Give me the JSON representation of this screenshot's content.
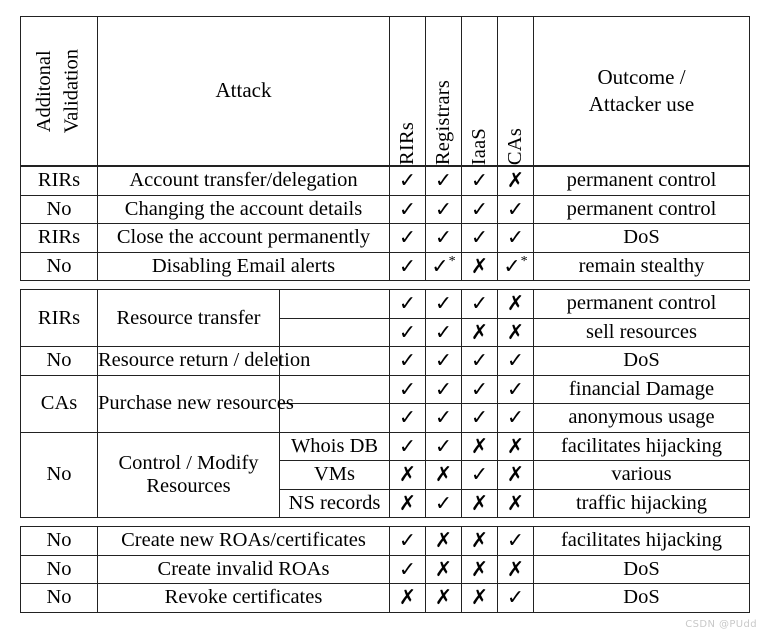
{
  "table": {
    "header": {
      "validation_label": "Additonal\nValidation",
      "validation_line1": "Additonal",
      "validation_line2": "Validation",
      "attack_label": "Attack",
      "provider_columns": [
        "RIRs",
        "Registrars",
        "IaaS",
        "CAs"
      ],
      "outcome_line1": "Outcome /",
      "outcome_line2": "Attacker use"
    },
    "marks": {
      "yes": "✓",
      "no": "✗",
      "star": "*"
    },
    "blocks": [
      {
        "name": "account-attacks",
        "rows": [
          {
            "validation": "RIRs",
            "attack": "Account transfer/delegation",
            "sub_rows": [
              {
                "marks": [
                  "yes",
                  "yes",
                  "yes",
                  "no"
                ],
                "stars": [
                  false,
                  false,
                  false,
                  false
                ],
                "outcome": "permanent control"
              }
            ]
          },
          {
            "validation": "No",
            "attack": "Changing the account details",
            "sub_rows": [
              {
                "marks": [
                  "yes",
                  "yes",
                  "yes",
                  "yes"
                ],
                "stars": [
                  false,
                  false,
                  false,
                  false
                ],
                "outcome": "permanent control"
              }
            ]
          },
          {
            "validation": "RIRs",
            "attack": "Close the account permanently",
            "sub_rows": [
              {
                "marks": [
                  "yes",
                  "yes",
                  "yes",
                  "yes"
                ],
                "stars": [
                  false,
                  false,
                  false,
                  false
                ],
                "outcome": "DoS"
              }
            ]
          },
          {
            "validation": "No",
            "attack": "Disabling Email alerts",
            "sub_rows": [
              {
                "marks": [
                  "yes",
                  "yes",
                  "no",
                  "yes"
                ],
                "stars": [
                  false,
                  true,
                  false,
                  true
                ],
                "outcome": "remain stealthy"
              }
            ]
          }
        ]
      },
      {
        "name": "resource-attacks",
        "rows": [
          {
            "validation": "RIRs",
            "attack": "Resource transfer",
            "sub_rows": [
              {
                "marks": [
                  "yes",
                  "yes",
                  "yes",
                  "no"
                ],
                "stars": [
                  false,
                  false,
                  false,
                  false
                ],
                "outcome": "permanent control"
              },
              {
                "marks": [
                  "yes",
                  "yes",
                  "no",
                  "no"
                ],
                "stars": [
                  false,
                  false,
                  false,
                  false
                ],
                "outcome": "sell resources"
              }
            ]
          },
          {
            "validation": "No",
            "attack": "Resource return / deletion",
            "sub_rows": [
              {
                "marks": [
                  "yes",
                  "yes",
                  "yes",
                  "yes"
                ],
                "stars": [
                  false,
                  false,
                  false,
                  false
                ],
                "outcome": "DoS"
              }
            ]
          },
          {
            "validation": "CAs",
            "attack": "Purchase new resources",
            "sub_rows": [
              {
                "marks": [
                  "yes",
                  "yes",
                  "yes",
                  "yes"
                ],
                "stars": [
                  false,
                  false,
                  false,
                  false
                ],
                "outcome": "financial Damage"
              },
              {
                "marks": [
                  "yes",
                  "yes",
                  "yes",
                  "yes"
                ],
                "stars": [
                  false,
                  false,
                  false,
                  false
                ],
                "outcome": "anonymous usage"
              }
            ]
          },
          {
            "validation": "No",
            "attack": "Control / Modify Resources",
            "attack_line1": "Control / Modify",
            "attack_line2": "Resources",
            "sub_rows": [
              {
                "sub_label": "Whois DB",
                "marks": [
                  "yes",
                  "yes",
                  "no",
                  "no"
                ],
                "stars": [
                  false,
                  false,
                  false,
                  false
                ],
                "outcome": "facilitates hijacking"
              },
              {
                "sub_label": "VMs",
                "marks": [
                  "no",
                  "no",
                  "yes",
                  "no"
                ],
                "stars": [
                  false,
                  false,
                  false,
                  false
                ],
                "outcome": "various"
              },
              {
                "sub_label": "NS records",
                "marks": [
                  "no",
                  "yes",
                  "no",
                  "no"
                ],
                "stars": [
                  false,
                  false,
                  false,
                  false
                ],
                "outcome": "traffic hijacking"
              }
            ]
          }
        ]
      },
      {
        "name": "rpki-attacks",
        "rows": [
          {
            "validation": "No",
            "attack": "Create new ROAs/certificates",
            "sub_rows": [
              {
                "marks": [
                  "yes",
                  "no",
                  "no",
                  "yes"
                ],
                "stars": [
                  false,
                  false,
                  false,
                  false
                ],
                "outcome": "facilitates hijacking"
              }
            ]
          },
          {
            "validation": "No",
            "attack": "Create invalid ROAs",
            "sub_rows": [
              {
                "marks": [
                  "yes",
                  "no",
                  "no",
                  "no"
                ],
                "stars": [
                  false,
                  false,
                  false,
                  false
                ],
                "outcome": "DoS"
              }
            ]
          },
          {
            "validation": "No",
            "attack": "Revoke certificates",
            "sub_rows": [
              {
                "marks": [
                  "no",
                  "no",
                  "no",
                  "yes"
                ],
                "stars": [
                  false,
                  false,
                  false,
                  false
                ],
                "outcome": "DoS"
              }
            ]
          }
        ]
      }
    ]
  },
  "watermark": {
    "text": "CSDN @PUdd"
  }
}
